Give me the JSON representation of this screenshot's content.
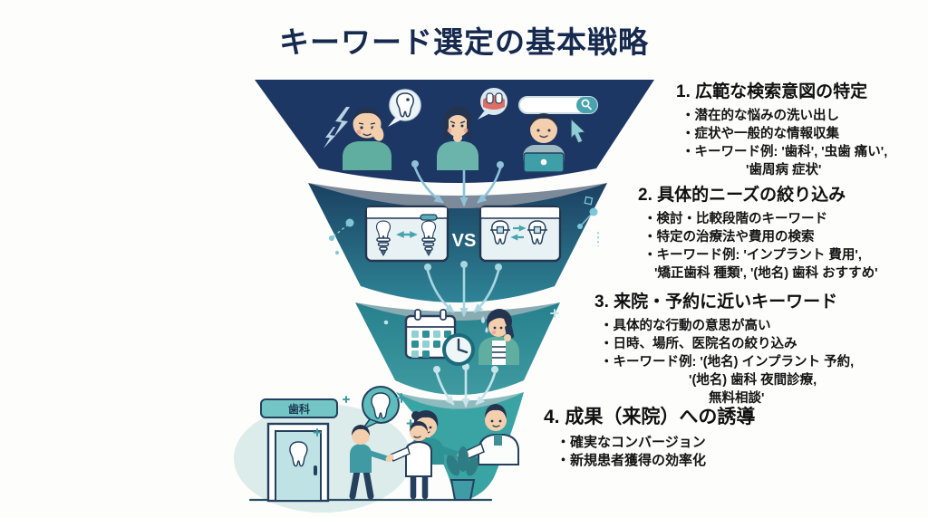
{
  "title": "キーワード選定の基本戦略",
  "funnel": {
    "vs_label": "VS",
    "clinic_sign_label": "歯科"
  },
  "sections": [
    {
      "heading": "1. 広範な検索意図の特定",
      "bullets": [
        "潜在的な悩みの洗い出し",
        "症状や一般的な情報収集",
        "キーワード例: '歯科', '虫歯 痛い',"
      ],
      "cont": [
        "'歯周病 症状'"
      ]
    },
    {
      "heading": "2. 具体的ニーズの絞り込み",
      "bullets": [
        "検討・比較段階のキーワード",
        "特定の治療法や費用の検索",
        "キーワード例: 'インプラント 費用',"
      ],
      "cont": [
        "'矯正歯科 種類', '(地名) 歯科 おすすめ'"
      ]
    },
    {
      "heading": "3. 来院・予約に近いキーワード",
      "bullets": [
        "具体的な行動の意思が高い",
        "日時、場所、医院名の絞り込み",
        "キーワード例: '(地名) インプラント 予約,"
      ],
      "cont": [
        "'(地名) 歯科 夜間診療,",
        "無料相談'"
      ]
    },
    {
      "heading": "4. 成果（来院）への誘導",
      "bullets": [
        "確実なコンバージョン",
        "新規患者獲得の効率化"
      ],
      "cont": []
    }
  ],
  "palette": {
    "title_navy": "#16294e",
    "funnel_navy": "#1d3765",
    "funnel_deep_blue": "#1b4061",
    "funnel_teal": "#2e8496",
    "funnel_teal_light": "#3aa3a4",
    "arrow_blue": "#8ec2d8",
    "skin": "#f3cfae",
    "shirt_teal": "#5fae9f",
    "accent_red": "#dd6f66"
  }
}
